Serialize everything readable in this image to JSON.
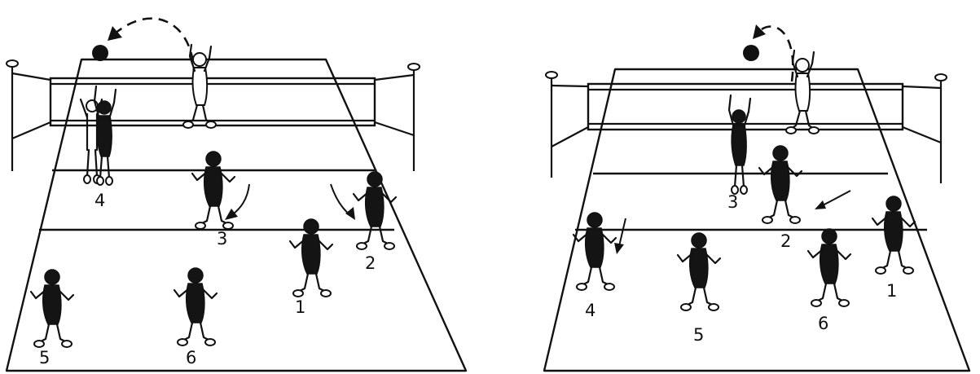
{
  "diagrams": [
    {
      "players": [
        {
          "label": "4",
          "role": "spiker"
        },
        {
          "label": "3",
          "role": "player"
        },
        {
          "label": "2",
          "role": "player"
        },
        {
          "label": "1",
          "role": "player"
        },
        {
          "label": "5",
          "role": "player"
        },
        {
          "label": "6",
          "role": "player"
        }
      ]
    },
    {
      "players": [
        {
          "label": "3",
          "role": "spiker"
        },
        {
          "label": "2",
          "role": "player"
        },
        {
          "label": "4",
          "role": "player"
        },
        {
          "label": "5",
          "role": "player"
        },
        {
          "label": "6",
          "role": "player"
        },
        {
          "label": "1",
          "role": "player"
        }
      ]
    }
  ],
  "colors": {
    "ink": "#111111",
    "paper": "#ffffff"
  }
}
